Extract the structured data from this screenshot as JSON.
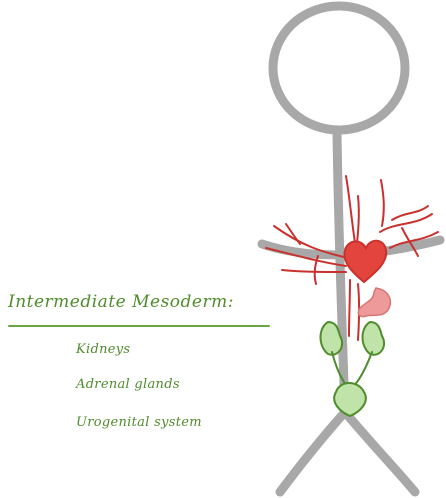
{
  "heading": "Intermediate Mesoderm:",
  "items": [
    {
      "label": "Kidneys"
    },
    {
      "label": "Adrenal glands"
    },
    {
      "label": "Urogenital system"
    }
  ],
  "colors": {
    "figure": "#a8a8a8",
    "vessel": "#c9312f",
    "heart": "#e3453e",
    "stomach": "#ef9a9a",
    "organ_fill": "#bfe3a8",
    "organ_stroke": "#4f8c2c",
    "text": "#4f8c2c"
  }
}
